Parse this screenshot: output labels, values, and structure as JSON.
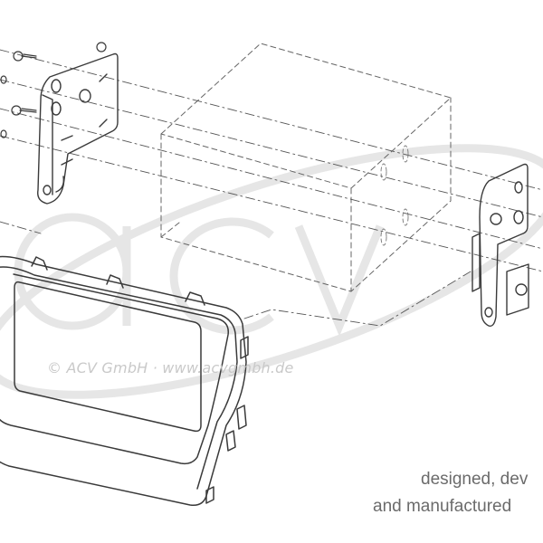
{
  "watermark": {
    "logo": "acv",
    "copyright": "© ACV GmbH · www.acvgmbh.de"
  },
  "tagline": {
    "line1": "designed, dev",
    "line2": "and manufactured"
  },
  "colors": {
    "line": "#3a3a3a",
    "dash": "#555555",
    "watermark": "#e2e2e2",
    "tagline": "#6b6b6b"
  }
}
